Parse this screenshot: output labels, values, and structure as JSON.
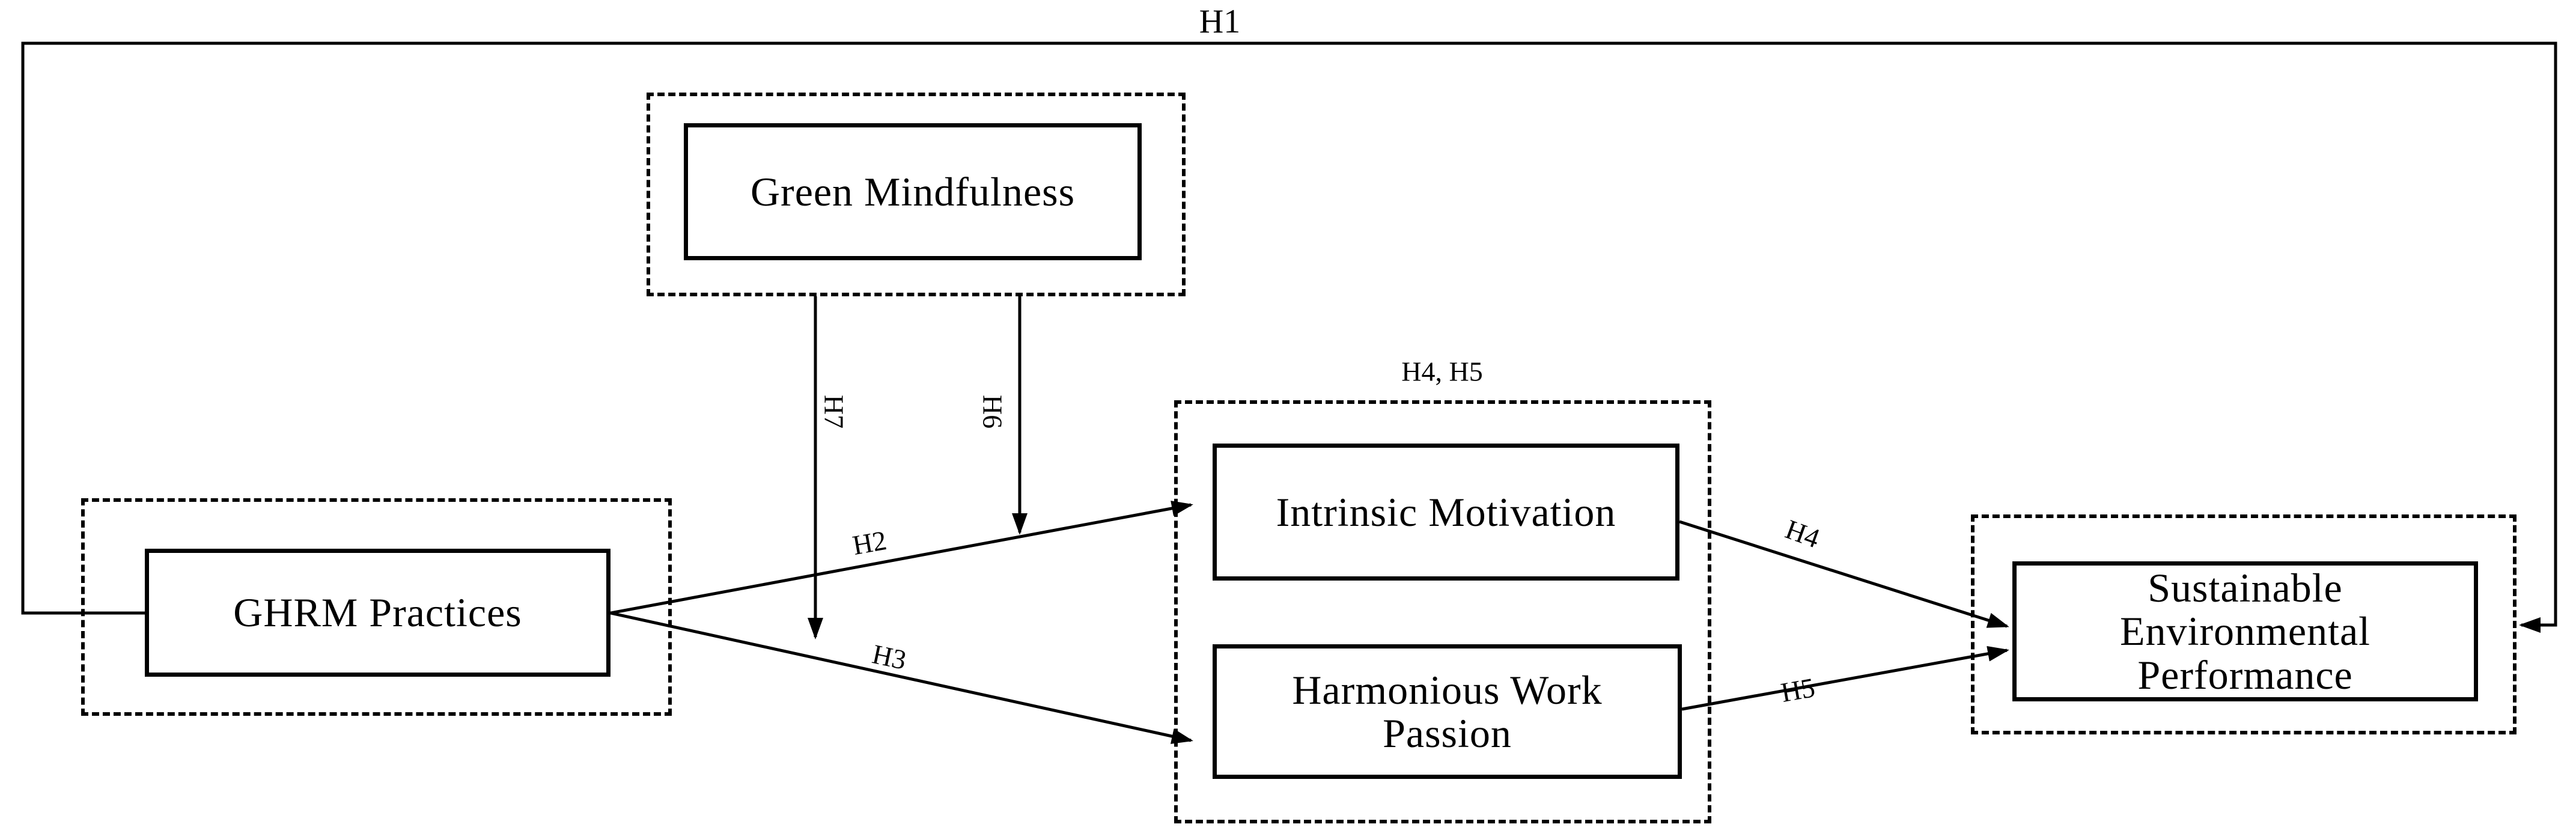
{
  "nodes": {
    "green_mindfulness": {
      "label": "Green Mindfulness"
    },
    "ghrm_practices": {
      "label": "GHRM Practices"
    },
    "intrinsic_motivation": {
      "label": "Intrinsic Motivation"
    },
    "harmonious_work_passion": {
      "label": "Harmonious Work Passion"
    },
    "sustainable_environmental_performance": {
      "label": "Sustainable Environmental Performance"
    }
  },
  "hypothesis_labels": {
    "h1": "H1",
    "h2": "H2",
    "h3": "H3",
    "h4": "H4",
    "h5": "H5",
    "h6": "H6",
    "h7": "H7",
    "h4_h5": "H4, H5"
  },
  "edges": [
    {
      "id": "h1",
      "label": "H1",
      "from": "ghrm_practices",
      "to": "sustainable_environmental_performance"
    },
    {
      "id": "h2",
      "label": "H2",
      "from": "ghrm_practices",
      "to": "intrinsic_motivation"
    },
    {
      "id": "h3",
      "label": "H3",
      "from": "ghrm_practices",
      "to": "harmonious_work_passion"
    },
    {
      "id": "h4",
      "label": "H4",
      "from": "intrinsic_motivation",
      "to": "sustainable_environmental_performance"
    },
    {
      "id": "h5",
      "label": "H5",
      "from": "harmonious_work_passion",
      "to": "sustainable_environmental_performance"
    },
    {
      "id": "h6",
      "label": "H6",
      "from": "green_mindfulness",
      "to": "ghrm-to-intrinsic-path"
    },
    {
      "id": "h7",
      "label": "H7",
      "from": "green_mindfulness",
      "to": "ghrm-to-harmonious-path"
    }
  ],
  "colors": {
    "line": "#000000",
    "background": "#ffffff"
  }
}
